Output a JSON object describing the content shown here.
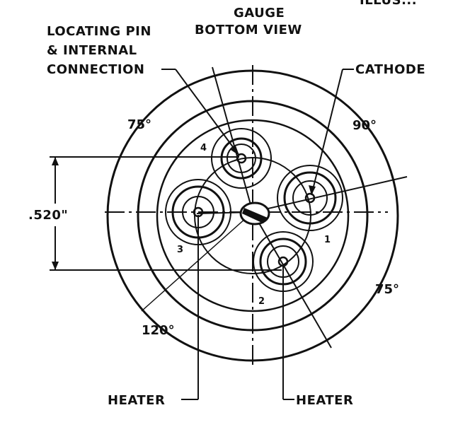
{
  "title": {
    "line1": "GAUGE",
    "line2": "BOTTOM VIEW"
  },
  "top_right_fragment": "ILLUS...",
  "labels": {
    "locating_pin": [
      "LOCATING PIN",
      "& INTERNAL",
      "CONNECTION"
    ],
    "cathode": "CATHODE",
    "heater_left": "HEATER",
    "heater_right": "HEATER",
    "dimension": ".520\""
  },
  "angles": {
    "upper_left": "75°",
    "upper_right": "90°",
    "lower_right": "75°",
    "lower_left": "120°"
  },
  "pins": [
    "1",
    "2",
    "3",
    "4"
  ],
  "colors": {
    "ink": "#111111",
    "background": "#ffffff"
  }
}
